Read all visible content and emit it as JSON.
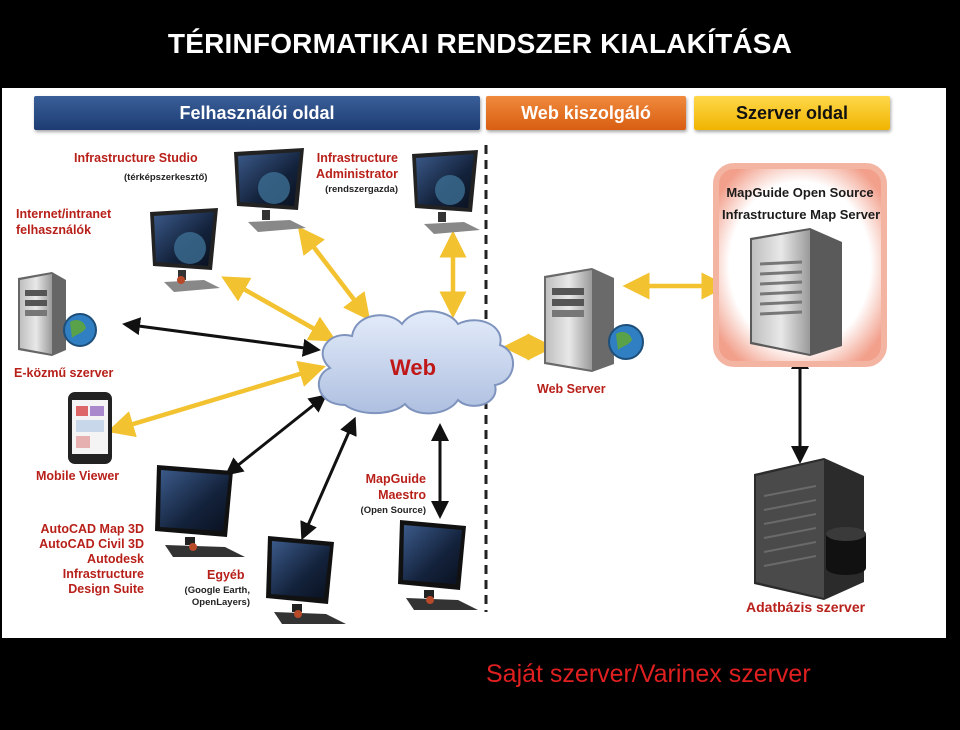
{
  "title": "TÉRINFORMATIKAI RENDSZER KIALAKÍTÁSA",
  "headers": {
    "user_side": "Felhasználói oldal",
    "web_server": "Web  kiszolgáló",
    "server_side": "Szerver oldal"
  },
  "nodes": {
    "infra_studio": "Infrastructure Studio",
    "infra_studio_sub": "(térképszerkesztő)",
    "infra_admin_1": "Infrastructure",
    "infra_admin_2": "Administrator",
    "infra_admin_sub": "(rendszergazda)",
    "intranet_1": "Internet/intranet",
    "intranet_2": "felhasználók",
    "ekozmu": "E-közmű szerver",
    "web": "Web",
    "mobile": "Mobile Viewer",
    "maestro_1": "MapGuide",
    "maestro_2": "Maestro",
    "maestro_sub": "(Open Source)",
    "autocad_1": "AutoCAD Map 3D",
    "autocad_2": "AutoCAD Civil 3D",
    "autocad_3": "Autodesk",
    "autocad_4": "Infrastructure",
    "autocad_5": "Design Suite",
    "egyeb": "Egyéb",
    "egyeb_sub_1": "(Google Earth,",
    "egyeb_sub_2": "OpenLayers)",
    "web_server": "Web Server",
    "mapguide_1": "MapGuide Open Source",
    "mapguide_2": "Infrastructure Map Server",
    "database": "Adatbázis szerver"
  },
  "footer": "Saját szerver/Varinex szerver",
  "colors": {
    "label_red": "#b8201a",
    "arrow_yellow": "#f2c230",
    "arrow_black": "#111111",
    "header_blue": "#2a4d86",
    "header_orange": "#e8732a",
    "header_yellow": "#f7c51e",
    "footer_red": "#e02020"
  },
  "icons": [
    "monitor-icon",
    "server-icon",
    "globe-icon",
    "cloud-icon",
    "phone-icon",
    "database-icon"
  ]
}
